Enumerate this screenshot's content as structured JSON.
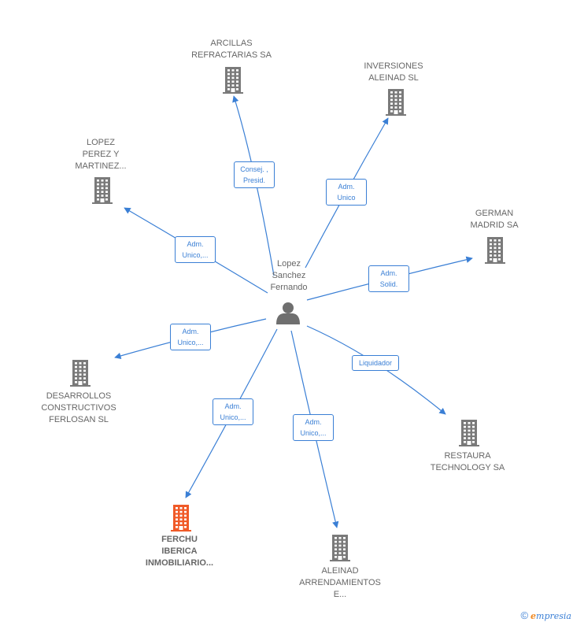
{
  "colors": {
    "edge": "#3a7fd5",
    "building": "#7a7a7a",
    "building_highlight": "#f05a28",
    "person": "#6f6f6f",
    "label": "#666666"
  },
  "center": {
    "id": "person",
    "label": "Lopez\nSanchez\nFernando",
    "icon": "person-icon"
  },
  "nodes": [
    {
      "id": "arcillas",
      "label": "ARCILLAS\nREFRACTARIAS SA",
      "icon": "building-icon",
      "highlight": false
    },
    {
      "id": "inversiones",
      "label": "INVERSIONES\nALEINAD  SL",
      "icon": "building-icon",
      "highlight": false
    },
    {
      "id": "lopez-perez",
      "label": "LOPEZ\nPEREZ Y\nMARTINEZ...",
      "icon": "building-icon",
      "highlight": false
    },
    {
      "id": "german",
      "label": "GERMAN\nMADRID SA",
      "icon": "building-icon",
      "highlight": false
    },
    {
      "id": "desarrollos",
      "label": "DESARROLLOS\nCONSTRUCTIVOS\nFERLOSAN  SL",
      "icon": "building-icon",
      "highlight": false
    },
    {
      "id": "restaura",
      "label": "RESTAURA\nTECHNOLOGY SA",
      "icon": "building-icon",
      "highlight": false
    },
    {
      "id": "ferchu",
      "label": "FERCHU\nIBERICA\nINMOBILIARIO...",
      "icon": "building-icon",
      "highlight": true
    },
    {
      "id": "aleinad-arr",
      "label": "ALEINAD\nARRENDAMIENTOS\nE...",
      "icon": "building-icon",
      "highlight": false
    }
  ],
  "edges": [
    {
      "to": "arcillas",
      "label": "Consej. ,\nPresid."
    },
    {
      "to": "inversiones",
      "label": "Adm.\nUnico"
    },
    {
      "to": "lopez-perez",
      "label": "Adm.\nUnico,..."
    },
    {
      "to": "german",
      "label": "Adm.\nSolid."
    },
    {
      "to": "desarrollos",
      "label": "Adm.\nUnico,..."
    },
    {
      "to": "restaura",
      "label": "Liquidador"
    },
    {
      "to": "ferchu",
      "label": "Adm.\nUnico,..."
    },
    {
      "to": "aleinad-arr",
      "label": "Adm.\nUnico,..."
    }
  ],
  "footer": {
    "copyright": "©",
    "brand_first": "e",
    "brand_rest": "mpresia"
  }
}
